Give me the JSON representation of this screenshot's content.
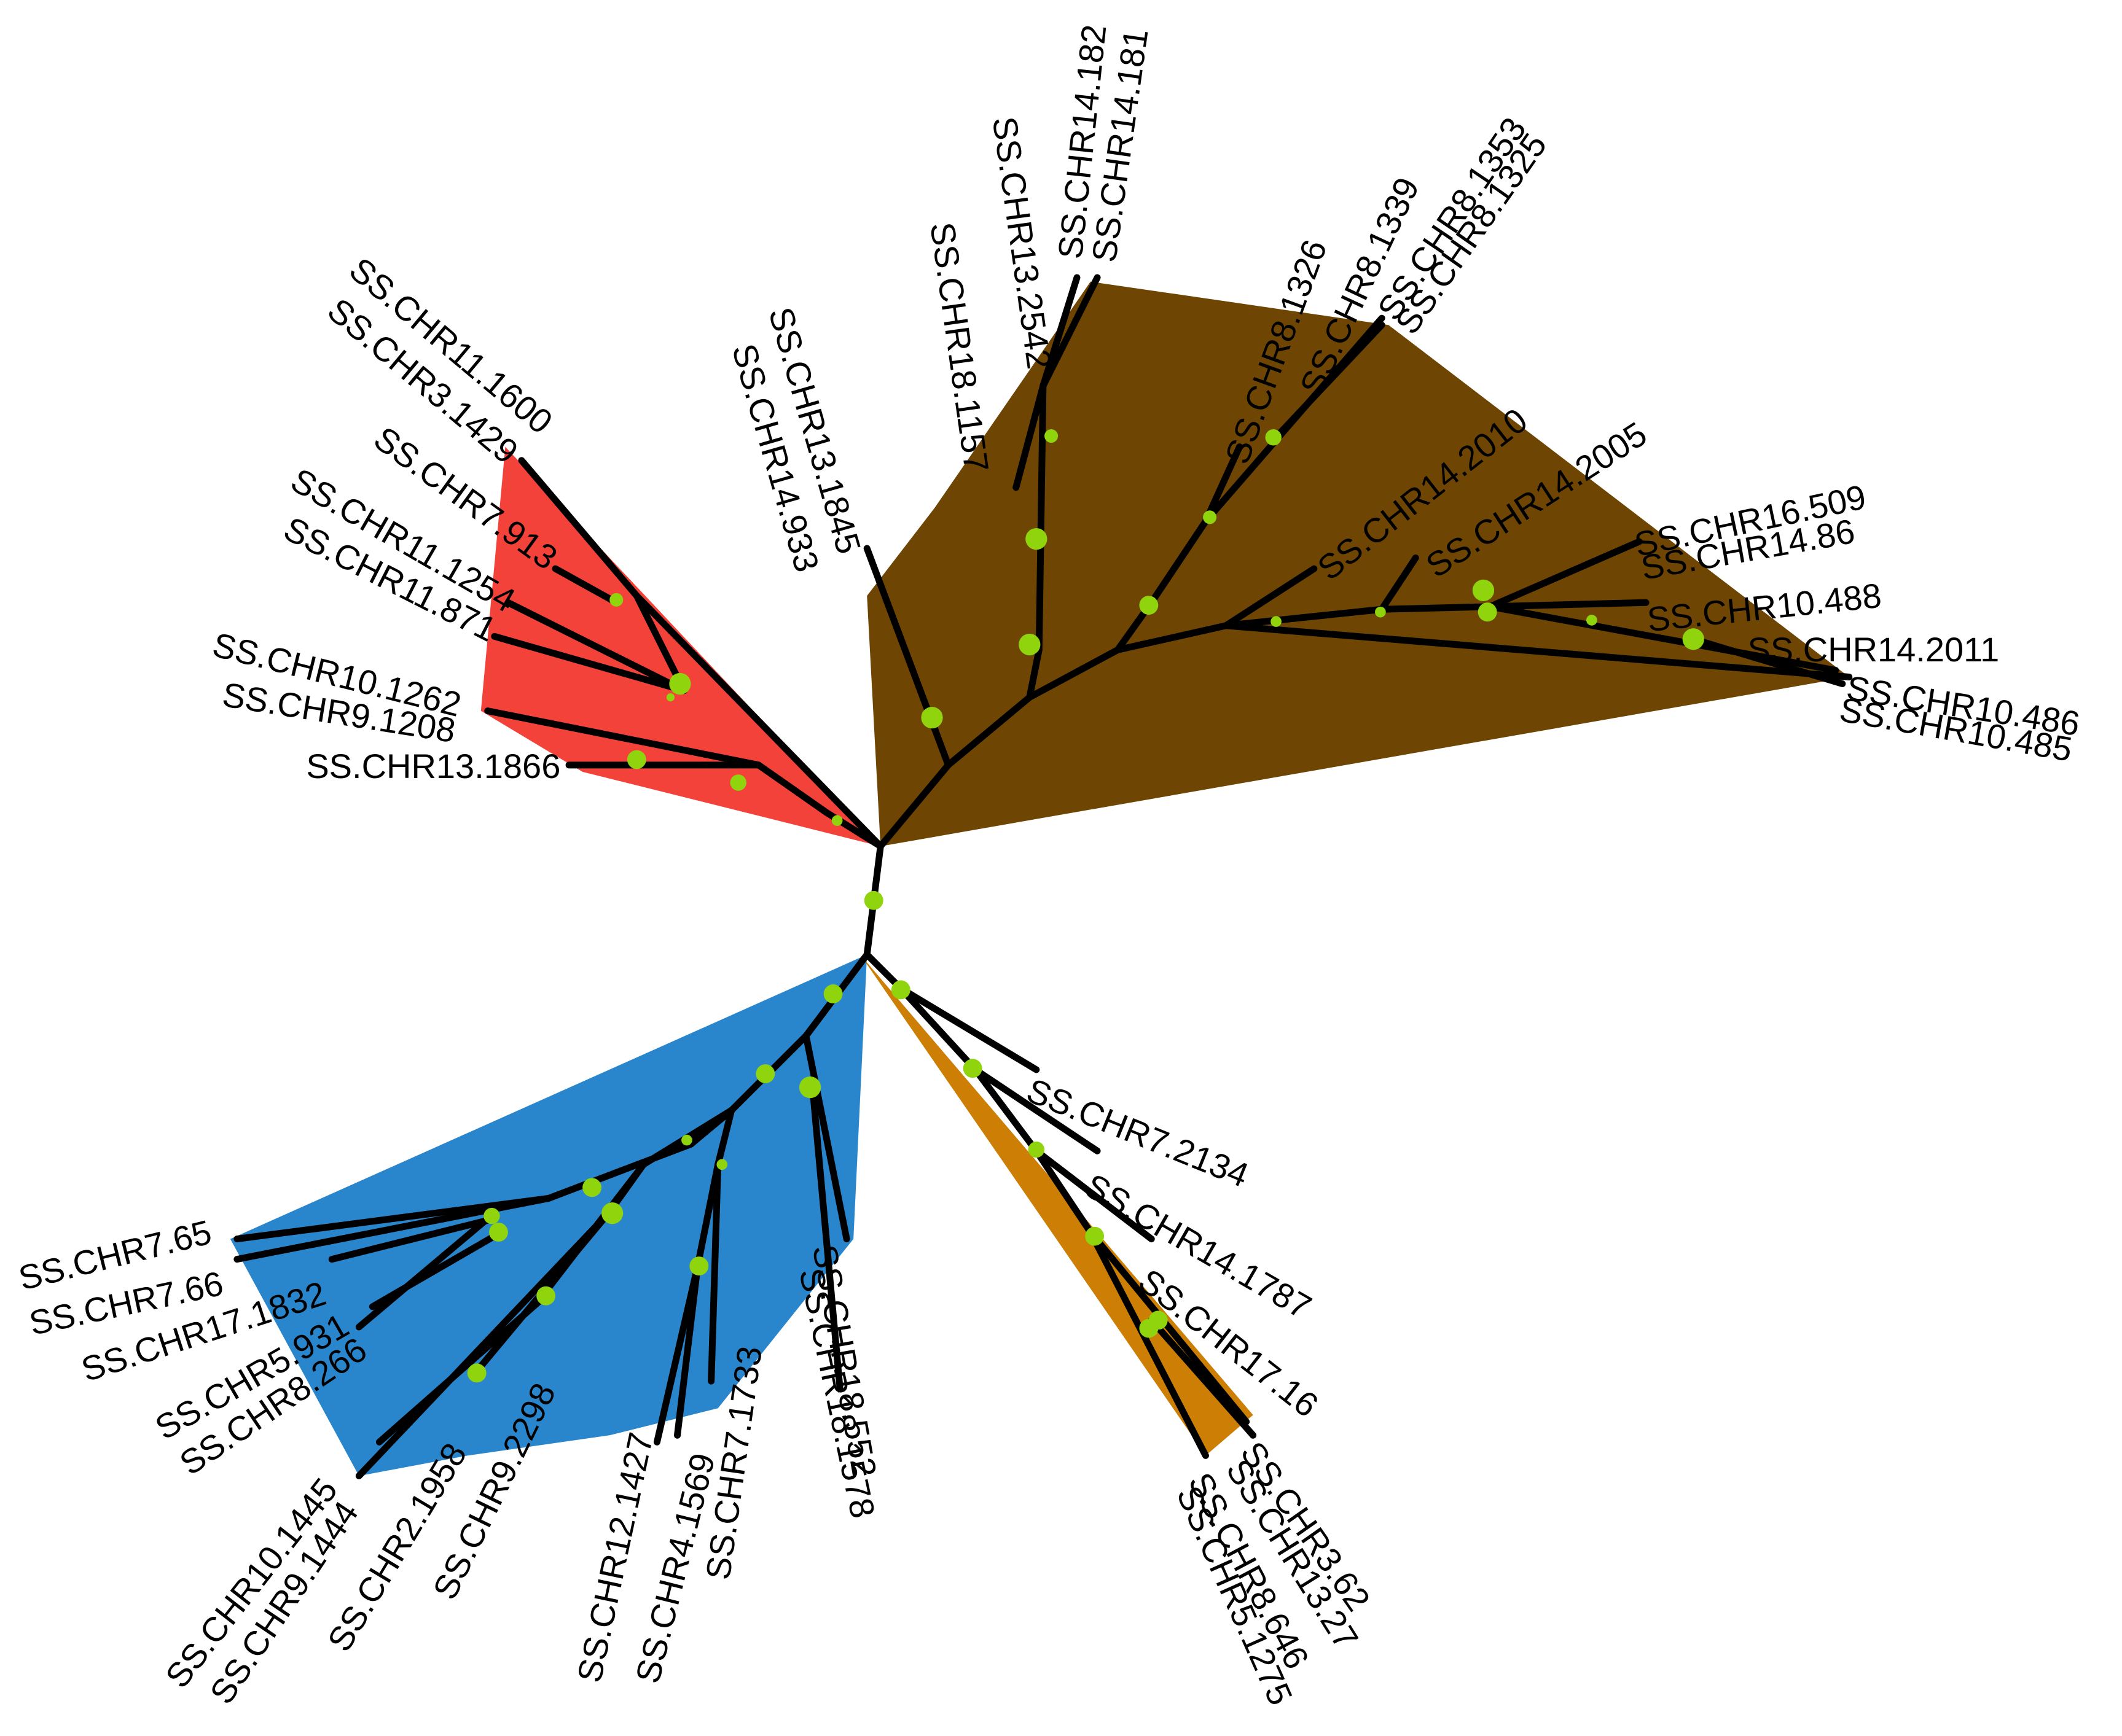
{
  "colors": {
    "red": "#f3423a",
    "brown": "#6e4502",
    "blue": "#2a86cc",
    "orange": "#cc7f04",
    "branch": "#000000",
    "node": "#8fd40c"
  },
  "clades": [
    {
      "color": "#f3423a",
      "labels": [
        "SS.CHR11.1600",
        "SS.CHR3.1429",
        "SS.CHR7.913",
        "SS.CHR11.1254",
        "SS.CHR11.871",
        "SS.CHR10.1262",
        "SS.CHR9.1208",
        "SS.CHR13.1866"
      ]
    },
    {
      "color": "#6e4502",
      "labels": [
        "SS.CHR13.1845",
        "SS.CHR14.933",
        "SS.CHR18.1157",
        "SS.CHR13.2542",
        "SS.CHR14.182",
        "SS.CHR14.181",
        "SS.CHR8.1326",
        "SS.CHR8.1339",
        "SS.CHR8.1353",
        "SS.CHR8.1325",
        "SS.CHR14.2010",
        "SS.CHR14.2005",
        "SS.CHR16.509",
        "SS.CHR14.86",
        "SS.CHR10.488",
        "SS.CHR14.2011",
        "SS.CHR10.486",
        "SS.CHR10.485"
      ]
    },
    {
      "color": "#2a86cc",
      "labels": [
        "SS.CHR7.65",
        "SS.CHR7.66",
        "SS.CHR17.1832",
        "SS.CHR5.931",
        "SS.CHR8.266",
        "SS.CHR10.1445",
        "SS.CHR9.1444",
        "SS.CHR2.1958",
        "SS.CHR9.2298",
        "SS.CHR12.1427",
        "SS.CHR4.1569",
        "SS.CHR7.1733",
        "SS.CHR18.552",
        "SS.CHR18.1578"
      ]
    },
    {
      "color": "#cc7f04",
      "labels": [
        "SS.CHR7.2134",
        "SS.CHR14.1787",
        "SS.CHR17.16",
        "SS.CHR3.62",
        "SS.CHR13.27",
        "SS.CHR8.646",
        "SS.CHR5.1275"
      ]
    }
  ]
}
